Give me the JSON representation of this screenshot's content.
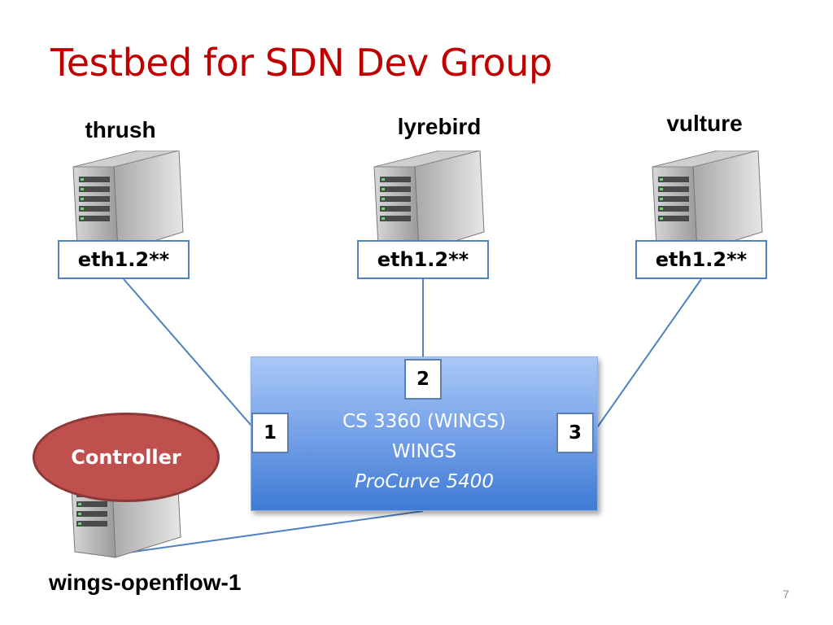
{
  "title": "Testbed for SDN Dev Group",
  "hosts": [
    {
      "name": "thrush",
      "interface": "eth1.2**"
    },
    {
      "name": "lyrebird",
      "interface": "eth1.2**"
    },
    {
      "name": "vulture",
      "interface": "eth1.2**"
    }
  ],
  "switch": {
    "line1": "CS 3360 (WINGS)",
    "line2": "WINGS",
    "model": "ProCurve 5400",
    "ports": [
      "1",
      "2",
      "3"
    ]
  },
  "controller": {
    "label": "Controller",
    "host_name": "wings-openflow-1"
  },
  "page_number": "7",
  "colors": {
    "title": "#c00000",
    "link": "#4f81bd",
    "switch": "#3e7bd4",
    "controller": "#c0504d"
  }
}
